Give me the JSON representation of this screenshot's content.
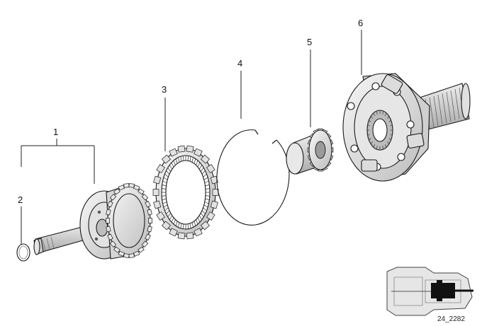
{
  "callouts": [
    {
      "id": "1",
      "label": "1"
    },
    {
      "id": "2",
      "label": "2"
    },
    {
      "id": "3",
      "label": "3"
    },
    {
      "id": "4",
      "label": "4"
    },
    {
      "id": "5",
      "label": "5"
    },
    {
      "id": "6",
      "label": "6"
    }
  ],
  "diagram_code": "24_2282",
  "colors": {
    "stroke": "#1a1a1a",
    "shade": "#d9d9d9",
    "dark": "#8a8a8a"
  }
}
